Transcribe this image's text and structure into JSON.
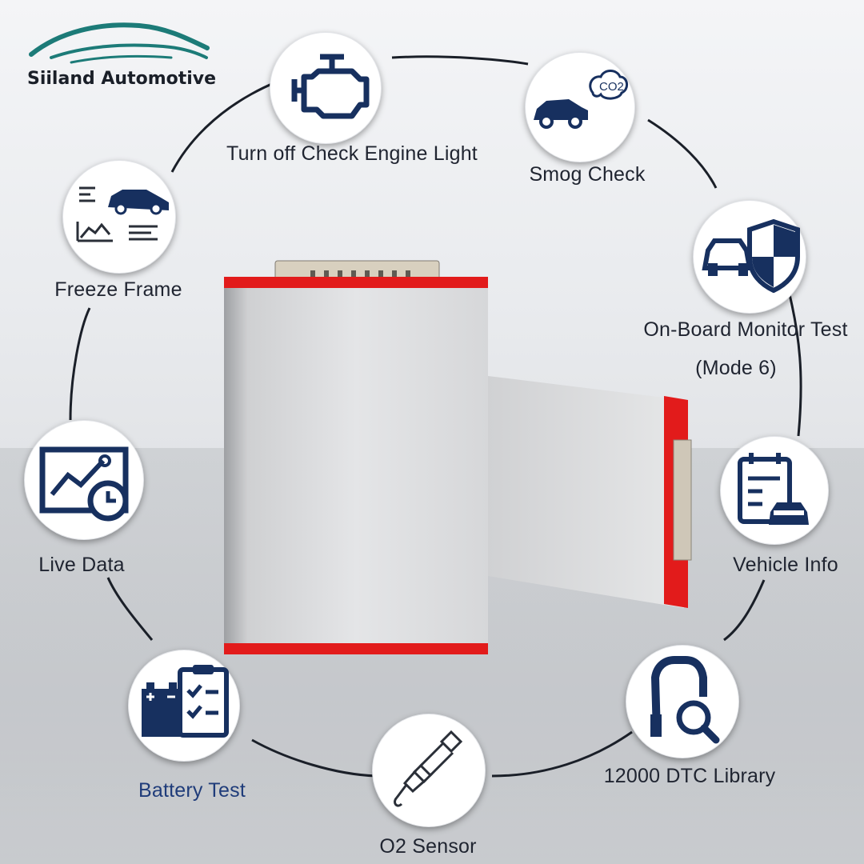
{
  "brand": {
    "name": "Siiland Automotive"
  },
  "features": [
    {
      "label": "Turn off Check Engine Light",
      "icon": "check-engine-icon"
    },
    {
      "label": "Smog Check",
      "icon": "smog-check-icon"
    },
    {
      "label": "On-Board Monitor Test",
      "sublabel": "(Mode 6)",
      "icon": "shield-car-icon"
    },
    {
      "label": "Vehicle Info",
      "icon": "vehicle-info-icon"
    },
    {
      "label": "12000 DTC Library",
      "icon": "dtc-library-icon"
    },
    {
      "label": "O2 Sensor",
      "icon": "spark-plug-icon"
    },
    {
      "label": "Battery Test",
      "icon": "battery-test-icon"
    },
    {
      "label": "Live Data",
      "icon": "live-data-icon"
    },
    {
      "label": "Freeze Frame",
      "icon": "freeze-frame-icon"
    }
  ],
  "co2_text": "CO2",
  "colors": {
    "icon_navy": "#17305f",
    "device_red": "#e21b1b",
    "device_silver": "#d9dadc",
    "logo_teal": "#1c7b78"
  }
}
